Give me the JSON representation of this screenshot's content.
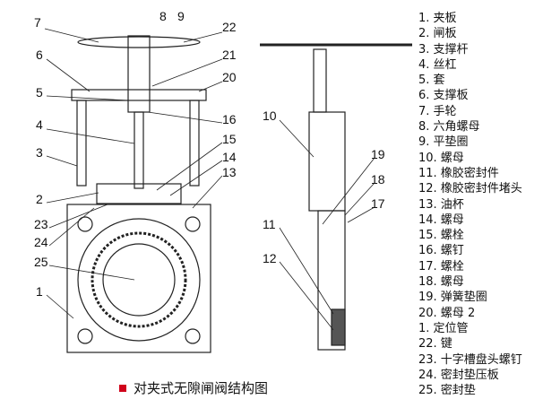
{
  "legend": [
    "1. 夹板",
    "2. 闸板",
    "3. 支撑杆",
    "4. 丝杠",
    "5. 套",
    "6. 支撑板",
    "7. 手轮",
    "8. 六角螺母",
    "9. 平垫圈",
    "10. 螺母",
    "11. 橡胶密封件",
    "12. 橡胶密封件堵头",
    "13. 油杯",
    "14. 螺母",
    "15. 螺栓",
    "16. 螺钉",
    "17. 螺栓",
    "18. 螺母",
    "19. 弹簧垫圈",
    "20. 螺母 2",
    "1. 定位管",
    "22. 键",
    "23. 十字槽盘头螺钉",
    "24. 密封垫压板",
    "25. 密封垫"
  ],
  "callouts": {
    "c7": "7",
    "c8": "8",
    "c9": "9",
    "c22": "22",
    "c6": "6",
    "c21": "21",
    "c5": "5",
    "c20": "20",
    "c4": "4",
    "c16": "16",
    "c15": "15",
    "c3": "3",
    "c14": "14",
    "c13": "13",
    "c2": "2",
    "c23": "23",
    "c24": "24",
    "c25": "25",
    "c1": "1",
    "c10": "10",
    "c19": "19",
    "c18": "18",
    "c17": "17",
    "c11": "11",
    "c12": "12"
  },
  "caption": "对夹式无隙闸阀结构图",
  "colors": {
    "caption_marker": "#d0021b",
    "line": "#222222"
  }
}
